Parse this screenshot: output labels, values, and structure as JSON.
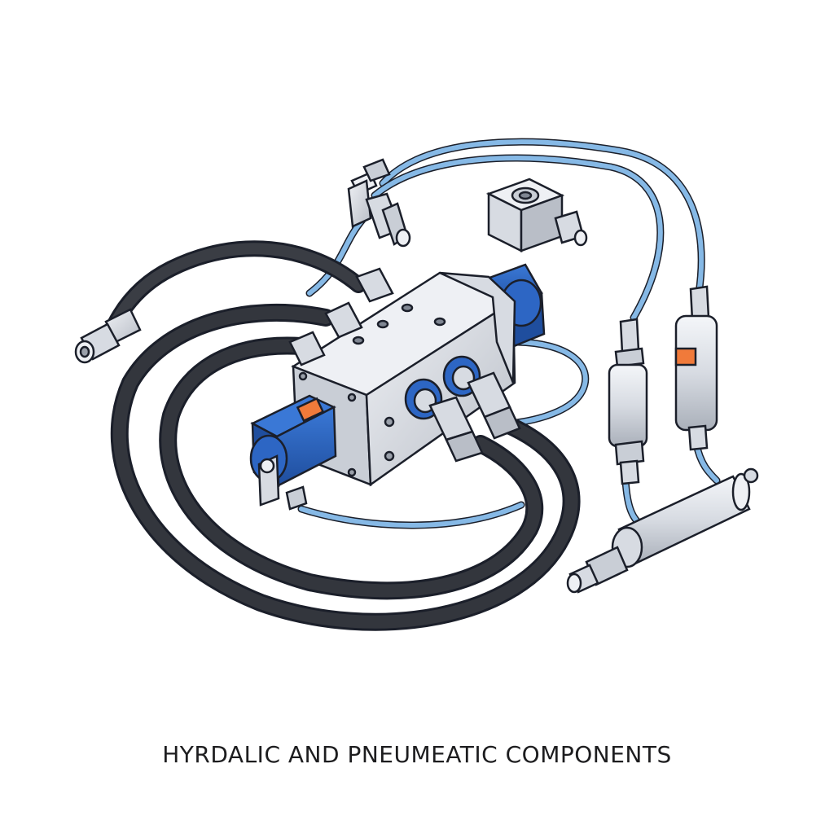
{
  "caption": "HYRDALIC AND PNEUMEATIC COMPONENTS",
  "palette": {
    "background": "#ffffff",
    "outline": "#1b1f2a",
    "steel_light": "#e7eaef",
    "steel_mid": "#c9ced6",
    "steel_dark": "#a3a9b3",
    "solenoid_blue": "#2d66c4",
    "solenoid_blue_dark": "#1f4e9e",
    "pneumatic_tube": "#86b9e6",
    "hydraulic_hose": "#2a2d33",
    "warning_label": "#f07a3a"
  },
  "components": [
    {
      "name": "hydraulic-valve-block",
      "icon": "valve-block-icon"
    },
    {
      "name": "solenoid-left",
      "icon": "solenoid-icon"
    },
    {
      "name": "solenoid-right",
      "icon": "solenoid-icon"
    },
    {
      "name": "hydraulic-hose-loops",
      "icon": "hose-icon"
    },
    {
      "name": "pressure-sensor-block",
      "icon": "sensor-icon"
    },
    {
      "name": "elbow-fitting",
      "icon": "fitting-icon"
    },
    {
      "name": "inline-filter-left",
      "icon": "filter-icon"
    },
    {
      "name": "inline-filter-right",
      "icon": "filter-icon"
    },
    {
      "name": "pneumatic-cylinder",
      "icon": "cylinder-icon"
    }
  ]
}
